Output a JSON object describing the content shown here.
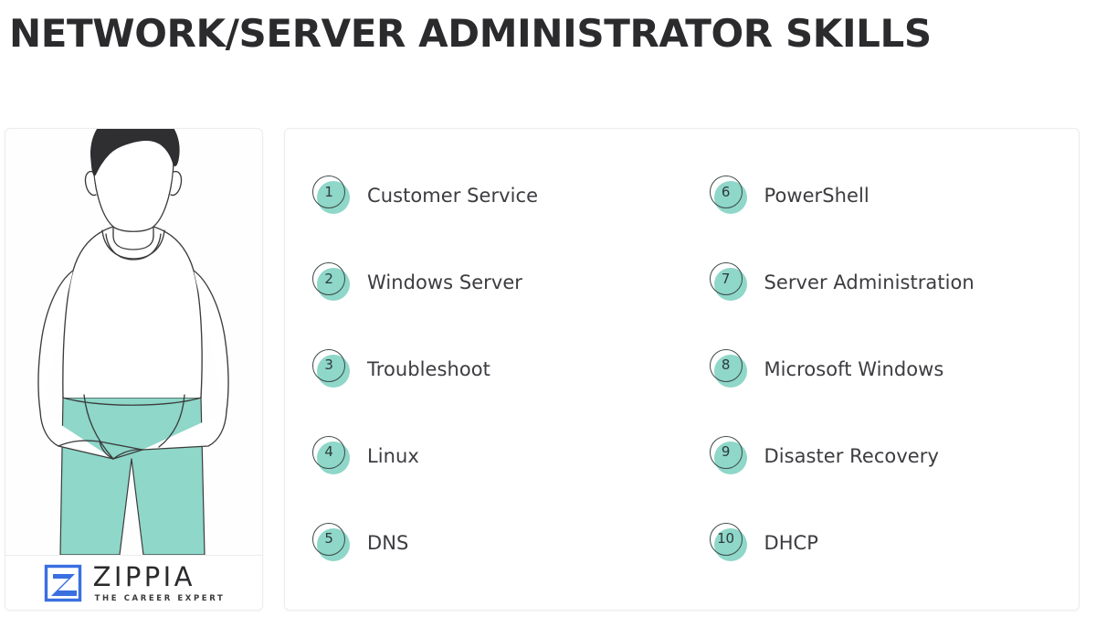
{
  "header": {
    "title": "NETWORK/SERVER ADMINISTRATOR SKILLS"
  },
  "illustration": {
    "alt_name": "person-with-crossed-arms-illustration",
    "hair_color": "#2f2f32",
    "outline_color": "#3c3c3c",
    "pants_color": "#8ed7c9",
    "shirt_color": "#ffffff"
  },
  "logo": {
    "name": "ZIPPIA",
    "tagline": "THE CAREER EXPERT",
    "mark_color": "#3a6fe0"
  },
  "theme": {
    "badge_fill": "#8ed7c9",
    "badge_ring": "#3d4a48",
    "text_color": "#3c3c41",
    "title_color": "#2b2b2d",
    "card_border": "#ececec",
    "page_background": "#ffffff"
  },
  "skills": {
    "columns": [
      {
        "items": [
          {
            "number": "1",
            "label": "Customer Service"
          },
          {
            "number": "2",
            "label": "Windows Server"
          },
          {
            "number": "3",
            "label": "Troubleshoot"
          },
          {
            "number": "4",
            "label": "Linux"
          },
          {
            "number": "5",
            "label": "DNS"
          }
        ]
      },
      {
        "items": [
          {
            "number": "6",
            "label": "PowerShell"
          },
          {
            "number": "7",
            "label": "Server Administration"
          },
          {
            "number": "8",
            "label": "Microsoft Windows"
          },
          {
            "number": "9",
            "label": "Disaster Recovery"
          },
          {
            "number": "10",
            "label": "DHCP"
          }
        ]
      }
    ]
  }
}
